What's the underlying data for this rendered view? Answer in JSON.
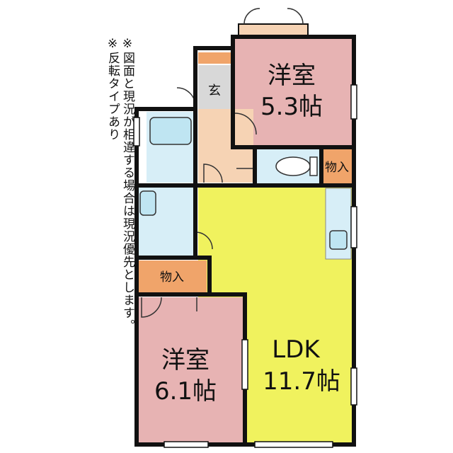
{
  "note": {
    "line1": "※図面と現況が相違する場合は現況優先とします。",
    "line2": "※反転タイプあり"
  },
  "rooms": {
    "western_top": {
      "name": "洋室",
      "size": "5.3帖"
    },
    "western_bottom": {
      "name": "洋室",
      "size": "6.1帖"
    },
    "ldk": {
      "name": "LDK",
      "size": "11.7帖"
    },
    "entrance": {
      "label": "玄"
    },
    "storage_right": {
      "label": "物入"
    },
    "storage_left": {
      "label": "物入"
    }
  },
  "colors": {
    "western": "#e7b3b3",
    "ldk": "#f0f25e",
    "wet": "#d7eef7",
    "floor": "#f6d3b4",
    "storage": "#f0a46a",
    "entrance": "#d8d8d8",
    "wall": "#111111"
  }
}
